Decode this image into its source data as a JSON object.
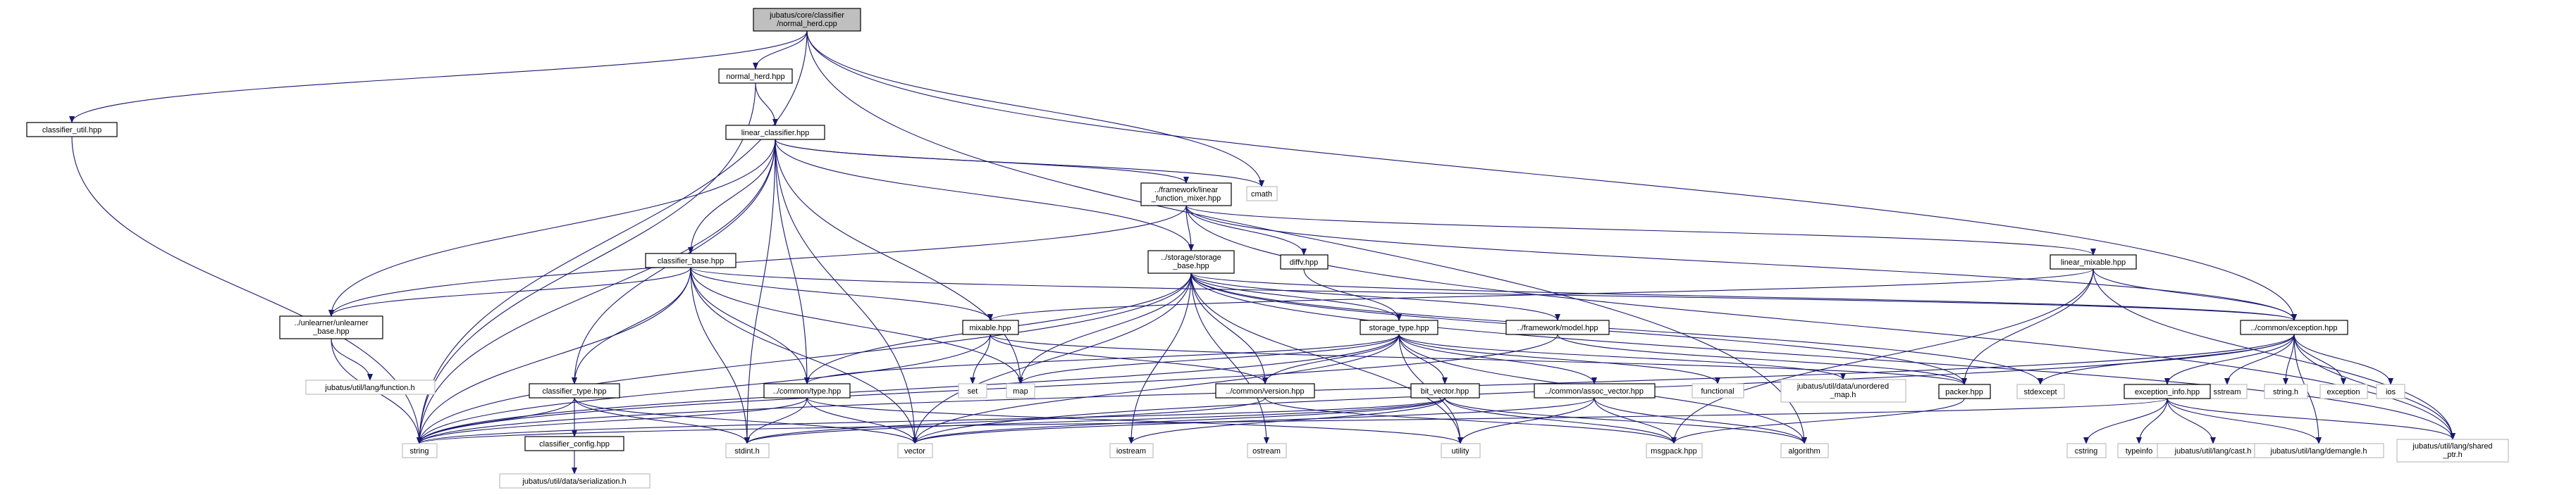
{
  "graph": {
    "edge_color": "#191970",
    "root_fill": "#bfbfbf",
    "nodes": [
      {
        "id": "root",
        "lines": [
          "jubatus/core/classifier",
          "/normal_herd.cpp"
        ],
        "kind": "root"
      },
      {
        "id": "normal_herd",
        "lines": [
          "normal_herd.hpp"
        ],
        "kind": "dep"
      },
      {
        "id": "classifier_util",
        "lines": [
          "classifier_util.hpp"
        ],
        "kind": "dep"
      },
      {
        "id": "linear_classifier",
        "lines": [
          "linear_classifier.hpp"
        ],
        "kind": "dep"
      },
      {
        "id": "cmath",
        "lines": [
          "cmath"
        ],
        "kind": "sys"
      },
      {
        "id": "linear_function_mixer",
        "lines": [
          "../framework/linear",
          "_function_mixer.hpp"
        ],
        "kind": "dep"
      },
      {
        "id": "storage_base",
        "lines": [
          "../storage/storage",
          "_base.hpp"
        ],
        "kind": "dep"
      },
      {
        "id": "classifier_base",
        "lines": [
          "classifier_base.hpp"
        ],
        "kind": "dep"
      },
      {
        "id": "unlearner_base",
        "lines": [
          "../unlearner/unlearner",
          "_base.hpp"
        ],
        "kind": "dep"
      },
      {
        "id": "diffv",
        "lines": [
          "diffv.hpp"
        ],
        "kind": "dep"
      },
      {
        "id": "linear_mixable",
        "lines": [
          "linear_mixable.hpp"
        ],
        "kind": "dep"
      },
      {
        "id": "mixable",
        "lines": [
          "mixable.hpp"
        ],
        "kind": "dep"
      },
      {
        "id": "storage_type",
        "lines": [
          "storage_type.hpp"
        ],
        "kind": "dep"
      },
      {
        "id": "framework_model",
        "lines": [
          "../framework/model.hpp"
        ],
        "kind": "dep"
      },
      {
        "id": "common_exception",
        "lines": [
          "../common/exception.hpp"
        ],
        "kind": "dep"
      },
      {
        "id": "lang_function",
        "lines": [
          "jubatus/util/lang/function.h"
        ],
        "kind": "sys"
      },
      {
        "id": "set",
        "lines": [
          "set"
        ],
        "kind": "sys"
      },
      {
        "id": "map",
        "lines": [
          "map"
        ],
        "kind": "sys"
      },
      {
        "id": "common_type",
        "lines": [
          "../common/type.hpp"
        ],
        "kind": "dep"
      },
      {
        "id": "classifier_type",
        "lines": [
          "classifier_type.hpp"
        ],
        "kind": "dep"
      },
      {
        "id": "common_version",
        "lines": [
          "../common/version.hpp"
        ],
        "kind": "dep"
      },
      {
        "id": "bit_vector",
        "lines": [
          "bit_vector.hpp"
        ],
        "kind": "dep"
      },
      {
        "id": "assoc_vector",
        "lines": [
          "../common/assoc_vector.hpp"
        ],
        "kind": "dep"
      },
      {
        "id": "functional",
        "lines": [
          "functional"
        ],
        "kind": "sys"
      },
      {
        "id": "unordered_map",
        "lines": [
          "jubatus/util/data/unordered",
          "_map.h"
        ],
        "kind": "sys"
      },
      {
        "id": "packer",
        "lines": [
          "packer.hpp"
        ],
        "kind": "dep"
      },
      {
        "id": "stdexcept",
        "lines": [
          "stdexcept"
        ],
        "kind": "sys"
      },
      {
        "id": "sstream",
        "lines": [
          "sstream"
        ],
        "kind": "sys"
      },
      {
        "id": "string_h",
        "lines": [
          "string.h"
        ],
        "kind": "sys"
      },
      {
        "id": "exception",
        "lines": [
          "exception"
        ],
        "kind": "sys"
      },
      {
        "id": "ios",
        "lines": [
          "ios"
        ],
        "kind": "sys"
      },
      {
        "id": "exception_info",
        "lines": [
          "exception_info.hpp"
        ],
        "kind": "dep"
      },
      {
        "id": "classifier_config",
        "lines": [
          "classifier_config.hpp"
        ],
        "kind": "dep"
      },
      {
        "id": "string",
        "lines": [
          "string"
        ],
        "kind": "sys"
      },
      {
        "id": "stdint",
        "lines": [
          "stdint.h"
        ],
        "kind": "sys"
      },
      {
        "id": "vector",
        "lines": [
          "vector"
        ],
        "kind": "sys"
      },
      {
        "id": "utility",
        "lines": [
          "utility"
        ],
        "kind": "sys"
      },
      {
        "id": "iostream",
        "lines": [
          "iostream"
        ],
        "kind": "sys"
      },
      {
        "id": "ostream",
        "lines": [
          "ostream"
        ],
        "kind": "sys"
      },
      {
        "id": "msgpack",
        "lines": [
          "msgpack.hpp"
        ],
        "kind": "sys"
      },
      {
        "id": "algorithm",
        "lines": [
          "algorithm"
        ],
        "kind": "sys"
      },
      {
        "id": "cstring",
        "lines": [
          "cstring"
        ],
        "kind": "sys"
      },
      {
        "id": "typeinfo",
        "lines": [
          "typeinfo"
        ],
        "kind": "sys"
      },
      {
        "id": "lang_cast",
        "lines": [
          "jubatus/util/lang/cast.h"
        ],
        "kind": "sys"
      },
      {
        "id": "lang_demangle",
        "lines": [
          "jubatus/util/lang/demangle.h"
        ],
        "kind": "sys"
      },
      {
        "id": "shared_ptr",
        "lines": [
          "jubatus/util/lang/shared",
          "_ptr.h"
        ],
        "kind": "sys"
      },
      {
        "id": "serialization",
        "lines": [
          "jubatus/util/data/serialization.h"
        ],
        "kind": "sys"
      }
    ],
    "edges": [
      [
        "root",
        "normal_herd"
      ],
      [
        "root",
        "classifier_util"
      ],
      [
        "root",
        "string"
      ],
      [
        "root",
        "cmath"
      ],
      [
        "root",
        "algorithm"
      ],
      [
        "root",
        "common_exception"
      ],
      [
        "normal_herd",
        "linear_classifier"
      ],
      [
        "normal_herd",
        "string"
      ],
      [
        "classifier_util",
        "string"
      ],
      [
        "linear_classifier",
        "string"
      ],
      [
        "linear_classifier",
        "map"
      ],
      [
        "linear_classifier",
        "vector"
      ],
      [
        "linear_classifier",
        "stdint"
      ],
      [
        "linear_classifier",
        "cmath"
      ],
      [
        "linear_classifier",
        "linear_function_mixer"
      ],
      [
        "linear_classifier",
        "storage_base"
      ],
      [
        "linear_classifier",
        "common_type"
      ],
      [
        "linear_classifier",
        "unlearner_base"
      ],
      [
        "linear_classifier",
        "classifier_base"
      ],
      [
        "linear_classifier",
        "classifier_type"
      ],
      [
        "linear_function_mixer",
        "diffv"
      ],
      [
        "linear_function_mixer",
        "linear_mixable"
      ],
      [
        "linear_function_mixer",
        "storage_base"
      ],
      [
        "linear_function_mixer",
        "common_exception"
      ],
      [
        "linear_function_mixer",
        "shared_ptr"
      ],
      [
        "linear_function_mixer",
        "unlearner_base"
      ],
      [
        "storage_base",
        "map"
      ],
      [
        "storage_base",
        "string"
      ],
      [
        "storage_base",
        "vector"
      ],
      [
        "storage_base",
        "iostream"
      ],
      [
        "storage_base",
        "utility"
      ],
      [
        "storage_base",
        "common_version"
      ],
      [
        "storage_base",
        "common_type"
      ],
      [
        "storage_base",
        "storage_type"
      ],
      [
        "storage_base",
        "framework_model"
      ],
      [
        "storage_base",
        "common_exception"
      ],
      [
        "storage_base",
        "stdexcept"
      ],
      [
        "storage_base",
        "shared_ptr"
      ],
      [
        "storage_base",
        "ostream"
      ],
      [
        "storage_base",
        "packer"
      ],
      [
        "classifier_base",
        "string"
      ],
      [
        "classifier_base",
        "vector"
      ],
      [
        "classifier_base",
        "stdint"
      ],
      [
        "classifier_base",
        "map"
      ],
      [
        "classifier_base",
        "mixable"
      ],
      [
        "classifier_base",
        "common_type"
      ],
      [
        "classifier_base",
        "unlearner_base"
      ],
      [
        "classifier_base",
        "classifier_type"
      ],
      [
        "classifier_base",
        "common_exception"
      ],
      [
        "unlearner_base",
        "string"
      ],
      [
        "unlearner_base",
        "lang_function"
      ],
      [
        "diffv",
        "storage_type"
      ],
      [
        "linear_mixable",
        "common_exception"
      ],
      [
        "linear_mixable",
        "packer"
      ],
      [
        "linear_mixable",
        "msgpack"
      ],
      [
        "linear_mixable",
        "mixable"
      ],
      [
        "linear_mixable",
        "shared_ptr"
      ],
      [
        "mixable",
        "set"
      ],
      [
        "mixable",
        "string"
      ],
      [
        "mixable",
        "common_version"
      ],
      [
        "mixable",
        "packer"
      ],
      [
        "storage_type",
        "map"
      ],
      [
        "storage_type",
        "string"
      ],
      [
        "storage_type",
        "utility"
      ],
      [
        "storage_type",
        "vector"
      ],
      [
        "storage_type",
        "functional"
      ],
      [
        "storage_type",
        "unordered_map"
      ],
      [
        "storage_type",
        "bit_vector"
      ],
      [
        "storage_type",
        "assoc_vector"
      ],
      [
        "storage_type",
        "common_type"
      ],
      [
        "storage_type",
        "algorithm"
      ],
      [
        "storage_type",
        "common_version"
      ],
      [
        "framework_model",
        "string"
      ],
      [
        "framework_model",
        "packer"
      ],
      [
        "common_exception",
        "stdexcept"
      ],
      [
        "common_exception",
        "sstream"
      ],
      [
        "common_exception",
        "string_h"
      ],
      [
        "common_exception",
        "exception"
      ],
      [
        "common_exception",
        "ios"
      ],
      [
        "common_exception",
        "exception_info"
      ],
      [
        "common_exception",
        "shared_ptr"
      ],
      [
        "common_exception",
        "lang_demangle"
      ],
      [
        "common_exception",
        "string"
      ],
      [
        "common_exception",
        "vector"
      ],
      [
        "common_type",
        "string"
      ],
      [
        "common_type",
        "stdint"
      ],
      [
        "common_type",
        "vector"
      ],
      [
        "common_type",
        "utility"
      ],
      [
        "classifier_type",
        "string"
      ],
      [
        "classifier_type",
        "stdint"
      ],
      [
        "classifier_type",
        "classifier_config"
      ],
      [
        "classifier_type",
        "vector"
      ],
      [
        "common_version",
        "stdint"
      ],
      [
        "common_version",
        "msgpack"
      ],
      [
        "bit_vector",
        "string"
      ],
      [
        "bit_vector",
        "vector"
      ],
      [
        "bit_vector",
        "stdint"
      ],
      [
        "bit_vector",
        "iostream"
      ],
      [
        "bit_vector",
        "msgpack"
      ],
      [
        "bit_vector",
        "algorithm"
      ],
      [
        "assoc_vector",
        "vector"
      ],
      [
        "assoc_vector",
        "utility"
      ],
      [
        "assoc_vector",
        "algorithm"
      ],
      [
        "assoc_vector",
        "msgpack"
      ],
      [
        "packer",
        "msgpack"
      ],
      [
        "exception_info",
        "string"
      ],
      [
        "exception_info",
        "cstring"
      ],
      [
        "exception_info",
        "typeinfo"
      ],
      [
        "exception_info",
        "lang_cast"
      ],
      [
        "exception_info",
        "lang_demangle"
      ],
      [
        "exception_info",
        "shared_ptr"
      ],
      [
        "classifier_config",
        "serialization"
      ]
    ]
  }
}
